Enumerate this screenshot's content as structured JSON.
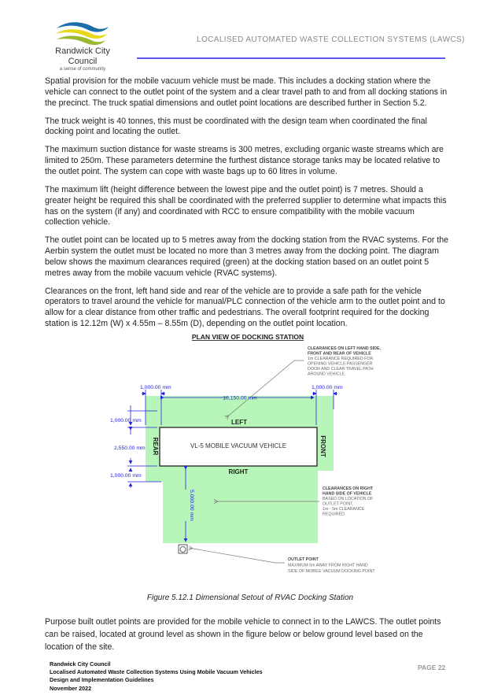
{
  "header": {
    "title": "LOCALISED AUTOMATED WASTE COLLECTION SYSTEMS (LAWCS)",
    "logo": {
      "line1": "Randwick City",
      "line2": "Council",
      "tagline": "a sense of community"
    },
    "colors": {
      "rule": "#5b5bf0",
      "logo_blue": "#1a6fa8",
      "logo_yellow": "#e6d81a",
      "logo_green": "#9bb832"
    }
  },
  "paragraphs": [
    "Spatial provision for the mobile vacuum vehicle must be made. This includes a docking station where the vehicle can connect to the outlet point of the system and a clear travel path to and from all docking stations in the precinct. The truck spatial dimensions and outlet point locations are described further in Section 5.2.",
    "The truck weight is 40 tonnes, this must be coordinated with the design team when coordinated the final docking point and locating the outlet.",
    "The maximum suction distance for waste streams is 300 metres, excluding organic waste streams which are limited to 250m. These parameters determine the furthest distance storage tanks may be located relative to the outlet point. The system can cope with waste bags up to 60 litres in volume.",
    "The maximum lift (height difference between the lowest pipe and the outlet point) is 7 metres. Should a greater height be required this shall be coordinated with the preferred supplier to determine what impacts this has on the system (if any) and coordinated with RCC to ensure compatibility with the mobile vacuum collection vehicle.",
    "The outlet point can be located up to 5 metres away from the docking station from the RVAC systems. For the Aerbin system the outlet must be located no more than 3 metres away from the docking point. The diagram below shows the maximum clearances required (green) at the docking station based on an outlet point 5 metres away from the mobile vacuum vehicle (RVAC systems).",
    "Clearances on the front, left hand side and rear of the vehicle are to provide a safe path for the vehicle operators to travel around the vehicle for manual/PLC connection of the vehicle arm to the outlet point and to allow for a clear distance from other traffic and pedestrians. The overall footprint required for the docking station is 12.12m (W) x 4.55m – 8.55m (D), depending on the outlet point location."
  ],
  "diagram": {
    "title": "PLAN VIEW OF DOCKING STATION",
    "vehicle_label": "VL-5 MOBILE VACUUM VEHICLE",
    "sides": {
      "left": "LEFT",
      "right": "RIGHT",
      "rear": "REAR",
      "front": "FRONT"
    },
    "dims": {
      "rear_clear": "1,000.00 mm",
      "front_clear": "1,000.00 mm",
      "length": "10,150.00 mm",
      "left_clear": "1,000.00 mm",
      "width": "2,550.00 mm",
      "right_clear": "1,000.00 mm",
      "outlet_dist": "5,000.00 mm"
    },
    "note_left": [
      "CLEARANCES ON LEFT HAND SIDE,",
      "FRONT AND REAR OF VEHICLE",
      "1m CLEARANCE REQUIRED FOR",
      "OPENING VEHICLE PASSENGER",
      "DOOR AND CLEAR TRAVEL PATH",
      "AROUND VEHICLE."
    ],
    "note_right": [
      "CLEARANCES ON RIGHT",
      "HAND SIDE OF VEHICLE",
      "BASED ON LOCATION OF",
      "OUTLET POINT.",
      "1m - 5m CLEARANCE",
      "REQUIRED."
    ],
    "note_outlet": [
      "OUTLET POINT",
      "MAXIMUM 5m AWAY FROM RIGHT HAND",
      "SIDE OF MOBILE VACUUM DOCKING POINT"
    ],
    "colors": {
      "clearance": "#b8f5b8",
      "dimension": "#2323e0"
    }
  },
  "caption": "Figure 5.12.1 Dimensional Setout of RVAC Docking Station",
  "paragraph_after": "Purpose built outlet points are provided for the mobile vehicle to connect in to the LAWCS. The outlet points can be raised, located at ground level as shown in the figure below or below ground level based on the location of the site.",
  "footer": {
    "lines": [
      "Randwick City Council",
      "Localised Automated Waste Collection Systems Using Mobile Vacuum Vehicles",
      "Design and Implementation Guidelines",
      "November 2022"
    ],
    "page": "PAGE 22"
  }
}
